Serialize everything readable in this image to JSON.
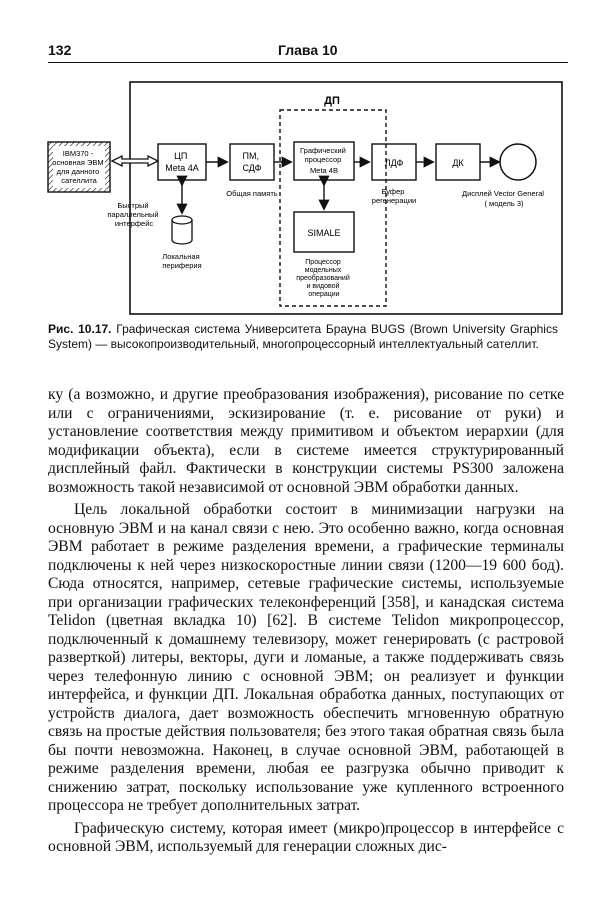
{
  "page": {
    "number": "132",
    "chapter": "Глава 10"
  },
  "figure": {
    "dp_label": "ДП",
    "host_lines": [
      "IBM370 -",
      "основная ЭВМ",
      "для данного",
      "сателлита"
    ],
    "host_caption": [
      "Быстрый",
      "параллельный",
      "интерфейс"
    ],
    "cpu_lines": [
      "ЦП",
      "Meta 4A"
    ],
    "periph_caption": [
      "Локальная",
      "периферия"
    ],
    "pm_lines": [
      "ПМ,",
      "СДФ"
    ],
    "pm_caption": "Общая память",
    "gp_lines": [
      "Графический",
      "процессор",
      "Meta 4B"
    ],
    "simale_label": "SIMALE",
    "simale_caption": [
      "Процессор",
      "модельных",
      "преобразований",
      "и видовой",
      "операции"
    ],
    "ldf_label": "ЛДФ",
    "ldf_caption": [
      "Буфер",
      "регенерации"
    ],
    "dk_label": "ДК",
    "display_caption": [
      "Дисплей Vector General",
      "( модель 3)"
    ]
  },
  "caption": {
    "label": "Рис. 10.17.",
    "text": "Графическая система Университета Брауна BUGS (Brown University Graphics System) — высокопроизводительный, многопроцессорный интеллектуальный сателлит."
  },
  "body": {
    "p1": "ку (а возможно, и другие преобразования изображения), рисование по сетке или с ограничениями, эскизирование (т. е. рисование от руки) и установление соответствия между примитивом и объектом иерархии (для модификации объекта), если в системе имеется структурированный дисплейный файл. Фактически в конструкции системы PS300 заложена возможность такой независимой от основной ЭВМ обработки данных.",
    "p2": "Цель локальной обработки состоит в минимизации нагрузки на основную ЭВМ и на канал связи с нею. Это особенно важно, когда основная ЭВМ работает в режиме разделения времени, а графические терминалы подключены к ней через низкоскоростные линии связи (1200—19 600 бод). Сюда относятся, например, сетевые графические системы, используемые при организации графических телеконференций [358], и канадская система Telidon (цветная вкладка 10) [62]. В системе Telidon микропроцессор, подключенный к домашнему телевизору, может генерировать (с растровой разверткой) литеры, векторы, дуги и ломаные, а также поддерживать связь через телефонную линию с основной ЭВМ; он реализует и функции интерфейса, и функции ДП. Локальная обработка данных, поступающих от устройств диалога, дает возможность обеспечить мгновенную обратную связь на простые действия пользователя; без этого такая обратная связь была бы почти невозможна. Наконец, в случае основной ЭВМ, работающей в режиме разделения времени, любая ее разгрузка обычно приводит к снижению затрат, поскольку использование уже купленного встроенного процессора не требует дополнительных затрат.",
    "p3": "Графическую систему, которая имеет (микро)процессор в интерфейсе с основной ЭВМ, используемый для генерации сложных дис-"
  }
}
